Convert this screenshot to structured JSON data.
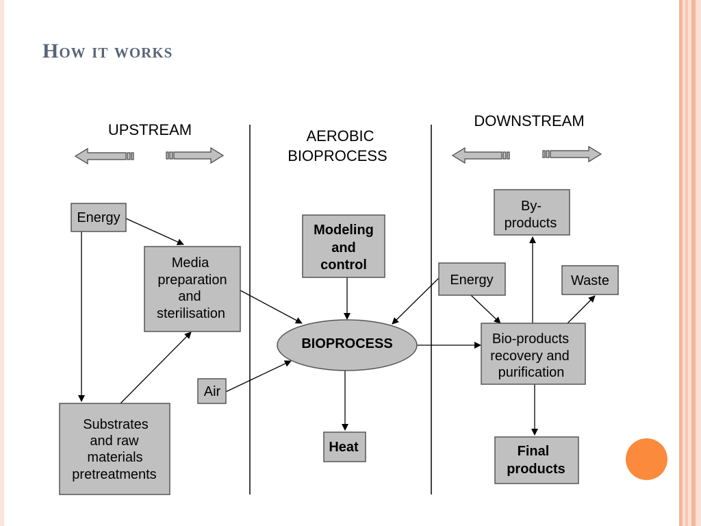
{
  "slide": {
    "title": "How it works"
  },
  "diagram": {
    "sections": {
      "upstream": "UPSTREAM",
      "aerobic_line1": "AEROBIC",
      "aerobic_line2": "BIOPROCESS",
      "downstream": "DOWNSTREAM"
    },
    "nodes": {
      "energy_up": "Energy",
      "media": [
        "Media",
        "preparation",
        "and",
        "sterilisation"
      ],
      "substrates": [
        "Substrates",
        "and raw",
        "materials",
        "pretreatments"
      ],
      "air": "Air",
      "modeling": [
        "Modeling",
        "and",
        "control"
      ],
      "bioprocess": "BIOPROCESS",
      "heat": "Heat",
      "energy_down": "Energy",
      "byproducts": [
        "By-",
        "products"
      ],
      "waste": "Waste",
      "recovery": [
        "Bio-products",
        "recovery and",
        "purification"
      ],
      "final": [
        "Final",
        "products"
      ]
    },
    "colors": {
      "box_fill": "#c0c0c0",
      "box_stroke": "#555555",
      "line": "#000000",
      "accent": "#fb8a3c",
      "title": "#5a6478",
      "side_stripe": "#f7c8b6"
    }
  }
}
